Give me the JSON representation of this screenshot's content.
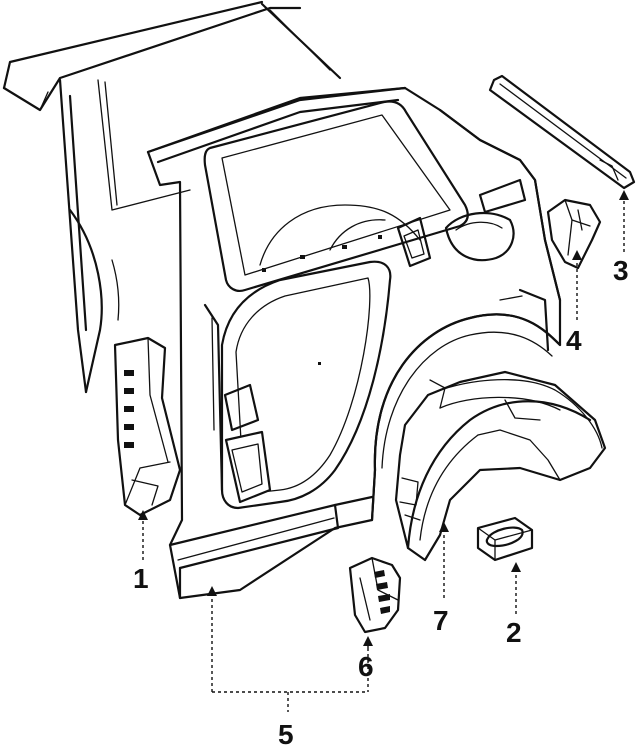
{
  "diagram": {
    "callouts": [
      {
        "id": "1",
        "label": "1"
      },
      {
        "id": "2",
        "label": "2"
      },
      {
        "id": "3",
        "label": "3"
      },
      {
        "id": "4",
        "label": "4"
      },
      {
        "id": "5",
        "label": "5"
      },
      {
        "id": "6",
        "label": "6"
      },
      {
        "id": "7",
        "label": "7"
      }
    ]
  },
  "colors": {
    "ink": "#111111",
    "background": "#ffffff"
  }
}
